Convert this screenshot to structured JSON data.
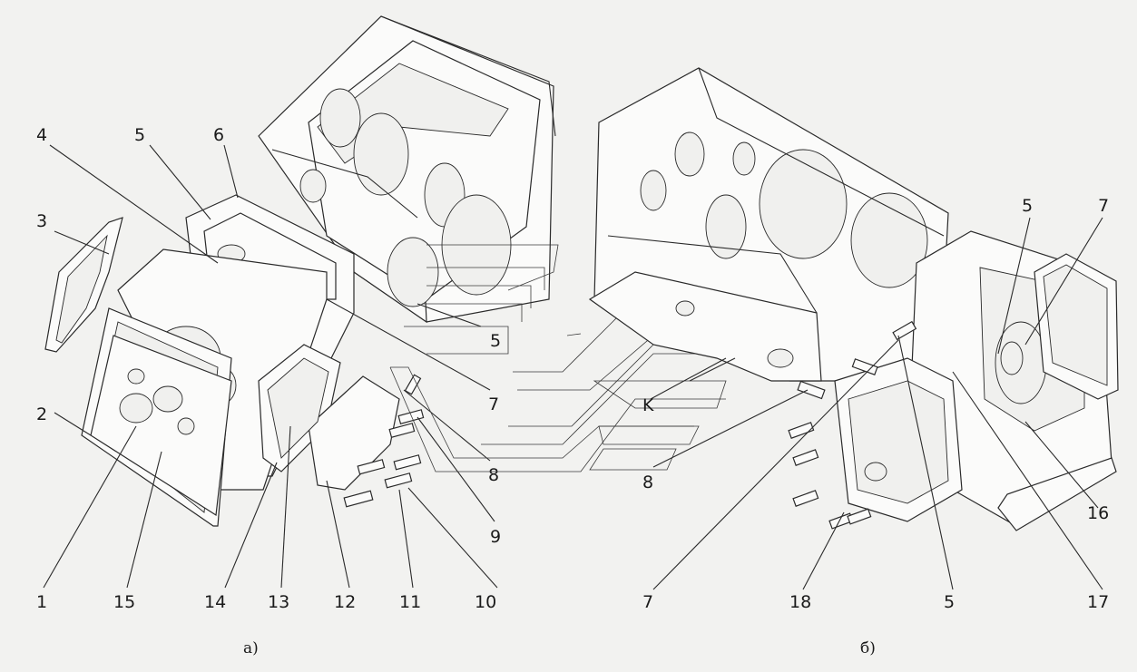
{
  "view_a": {
    "caption": "а)",
    "callouts": [
      "1",
      "2",
      "3",
      "4",
      "5",
      "6",
      "15",
      "14",
      "13",
      "12",
      "11",
      "10",
      "9",
      "8",
      "7",
      "5"
    ]
  },
  "view_b": {
    "caption": "б)",
    "callouts": [
      "5",
      "7",
      "16",
      "17",
      "5",
      "18",
      "7",
      "8",
      "K"
    ]
  }
}
